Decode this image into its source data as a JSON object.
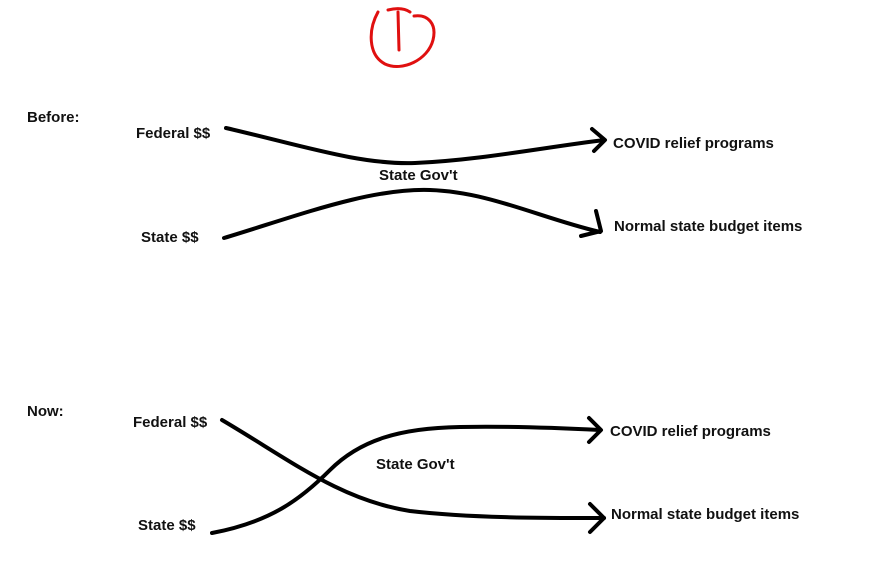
{
  "page_marker": {
    "text": "1",
    "color": "#e01010"
  },
  "before": {
    "heading": "Before:",
    "federal": "Federal $$",
    "state": "State $$",
    "state_gov": "State Gov't",
    "covid": "COVID relief programs",
    "normal": "Normal state budget items"
  },
  "now": {
    "heading": "Now:",
    "federal": "Federal $$",
    "state": "State $$",
    "state_gov": "State Gov't",
    "covid": "COVID relief programs",
    "normal": "Normal state budget items"
  },
  "colors": {
    "stroke": "#000000",
    "text": "#111111",
    "background": "#ffffff"
  }
}
